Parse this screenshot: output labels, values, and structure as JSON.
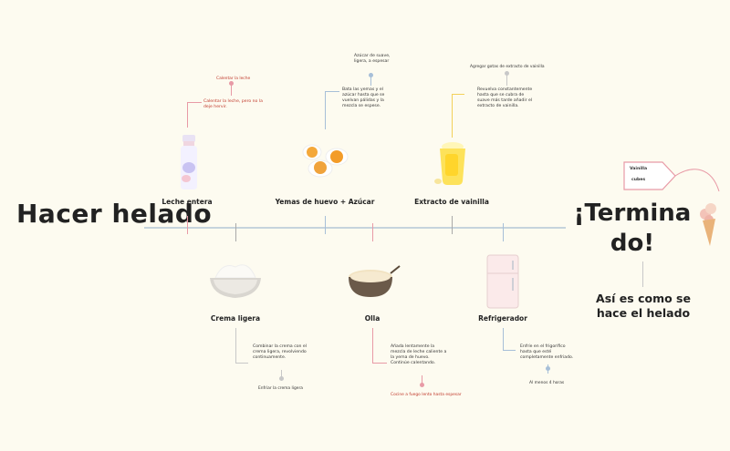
{
  "title": "Hacer helado",
  "finish": {
    "title": "¡Termina do!",
    "subtitle": "Así es como se hace el helado"
  },
  "tag": {
    "lines": [
      "Vainilla",
      "cubes"
    ]
  },
  "top_steps": [
    {
      "label": "Leche entera",
      "note": "Calentar la leche, pero no la deje hervir.",
      "sub": "Calentar la leche"
    },
    {
      "label": "Yemas de huevo + Azúcar",
      "note": "Bata las yemas y el azúcar hasta que se vuelvan pálidas y la mezcla se espese.",
      "sub": "Azúcar de suave, ligera, a espesar"
    },
    {
      "label": "Extracto de vainilla",
      "note": "Revuelva constantemente hasta que se cubra de suave más tarde añadir el extracto de vainilla.",
      "sub": "Agregar gotas de extracto de vainilla"
    }
  ],
  "bottom_steps": [
    {
      "label": "Crema ligera",
      "note": "Combinar la crema con el crema ligera, revolviendo continuamente.",
      "sub": "Enfriar la crema ligera"
    },
    {
      "label": "Olla",
      "note": "Añada lentamente la mezcla de leche caliente a la yema de huevo. Continúe calentando.",
      "sub": "Cocine a fuego lento hasta espesar"
    },
    {
      "label": "Refrigerador",
      "note": "Enfríe en el frigorífico hasta que esté completamente enfriado.",
      "sub": "Al menos 4 horas"
    }
  ],
  "colors": {
    "pink": "#e89aa6",
    "gray": "#a9a9a9",
    "blue": "#a7bfd8",
    "axis": "#c6d4dc",
    "red": "#c0392b"
  }
}
